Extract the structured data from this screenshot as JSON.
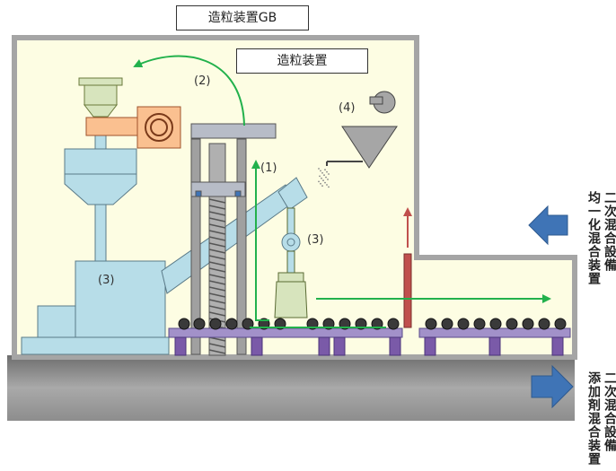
{
  "labels": {
    "gb_title": "造粒装置GB",
    "device_title": "造粒装置"
  },
  "numbers": {
    "n1": "(1)",
    "n2": "(2)",
    "n3_left": "(3)",
    "n3_right": "(3)",
    "n4": "(4)"
  },
  "side": {
    "top_right_col": "二次混合設備",
    "top_left_col": "均一化混合装置",
    "bottom_right_col": "二次混合設備",
    "bottom_left_col": "添加剤混合装置"
  },
  "colors": {
    "room_fill": "#fdfde3",
    "wall": "#a5a5a5",
    "machine": "#b7dde8",
    "rail": "#a291c9",
    "leg": "#7a5aa8",
    "green_path": "#22b14c",
    "red_arrow": "#c0504d",
    "blue_arrow": "#3f74b6"
  }
}
